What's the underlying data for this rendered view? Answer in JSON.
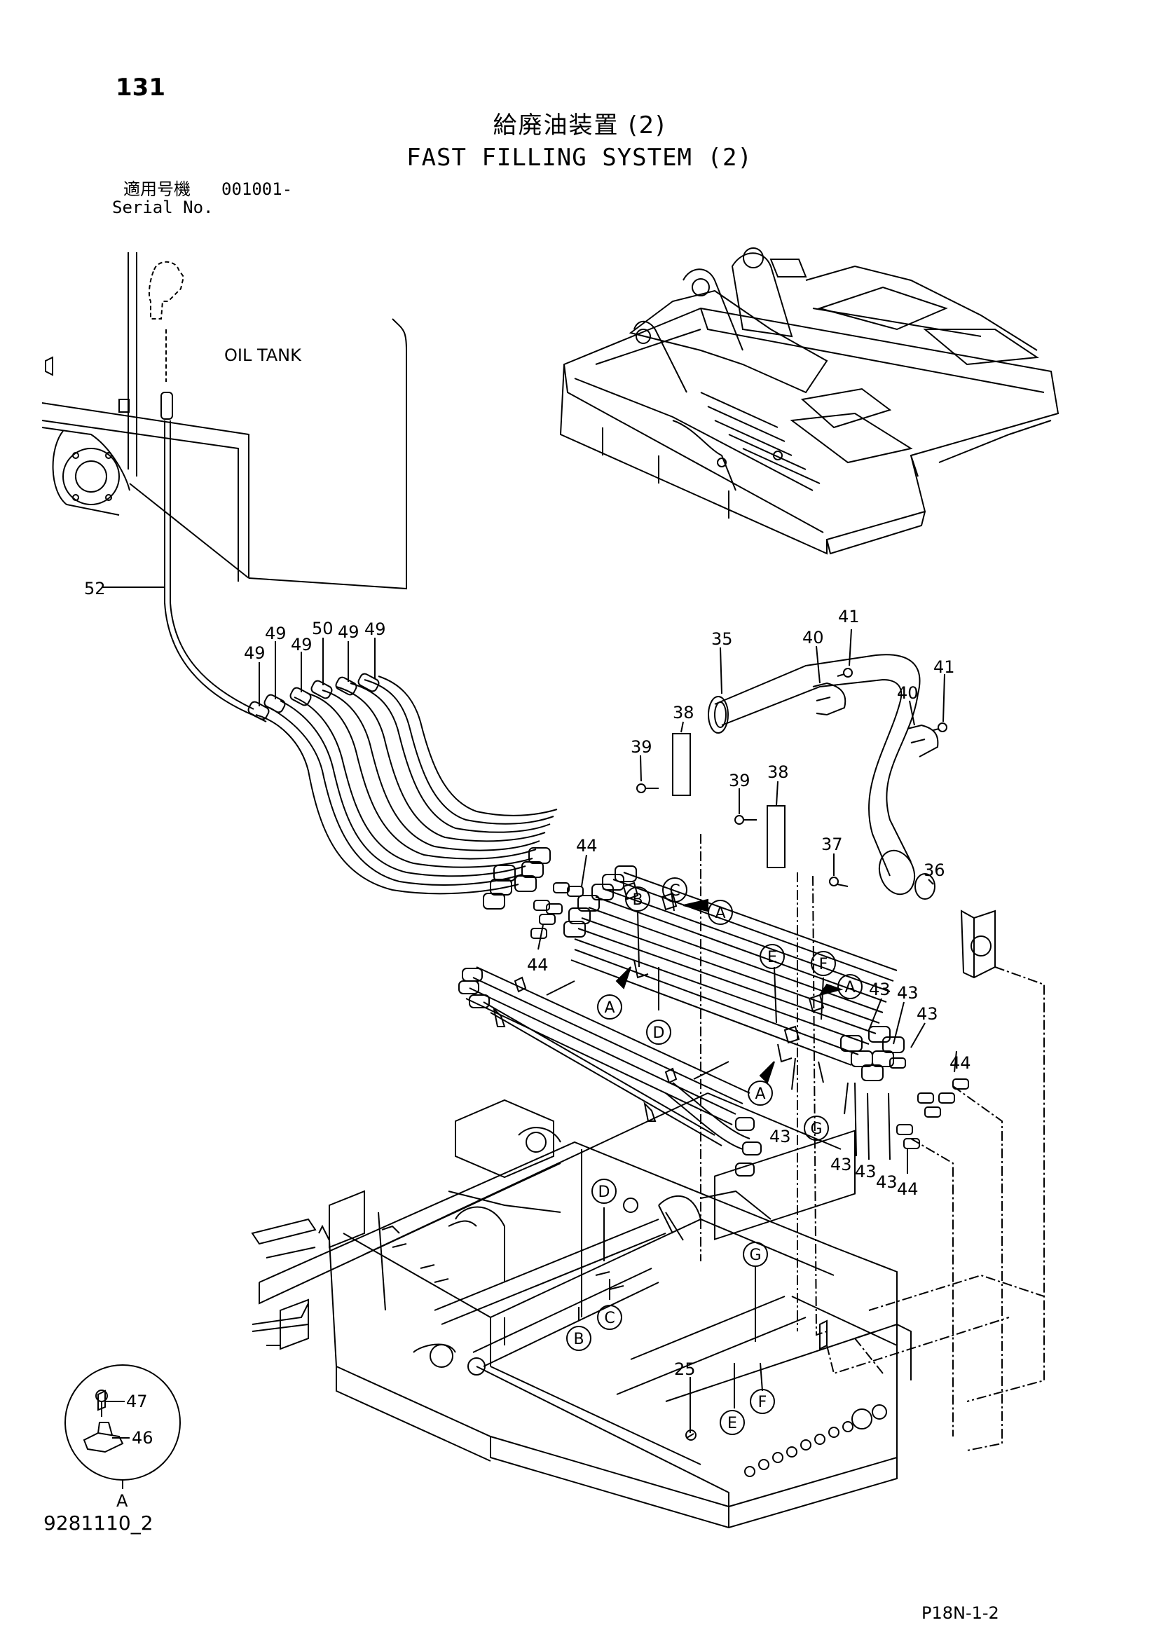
{
  "header": {
    "page_number": "131",
    "title_jp": "給廃油装置 (2)",
    "title_en": "FAST FILLING SYSTEM (2)",
    "serial_label_jp": "適用号機",
    "serial_value": "001001-",
    "serial_label_en": "Serial No."
  },
  "labels": {
    "oil_tank": "OIL TANK"
  },
  "part_numbers": {
    "p52": "52",
    "p49a": "49",
    "p49b": "49",
    "p49c": "49",
    "p50": "50",
    "p49d": "49",
    "p49e": "49",
    "p35": "35",
    "p40a": "40",
    "p41a": "41",
    "p40b": "40",
    "p41b": "41",
    "p38a": "38",
    "p39a": "39",
    "p38b": "38",
    "p39b": "39",
    "p37": "37",
    "p36": "36",
    "p44a": "44",
    "p44b": "44",
    "p44c": "44",
    "p44d": "44",
    "p43a": "43",
    "p43b": "43",
    "p43c": "43",
    "p43d": "43",
    "p43e": "43",
    "p43f": "43",
    "p43g": "43",
    "p25": "25",
    "p47": "47",
    "p46": "46"
  },
  "callouts": {
    "B1": "B",
    "C1": "C",
    "A1": "A",
    "A2": "A",
    "D1": "D",
    "E1": "E",
    "F1": "F",
    "A3": "A",
    "A4": "A",
    "G1": "G",
    "D2": "D",
    "B2": "B",
    "C2": "C",
    "G2": "G",
    "E2": "E",
    "F2": "F"
  },
  "detail": {
    "view_label": "A"
  },
  "footer": {
    "drawing_number": "9281110_2",
    "page_code": "P18N-1-2"
  }
}
